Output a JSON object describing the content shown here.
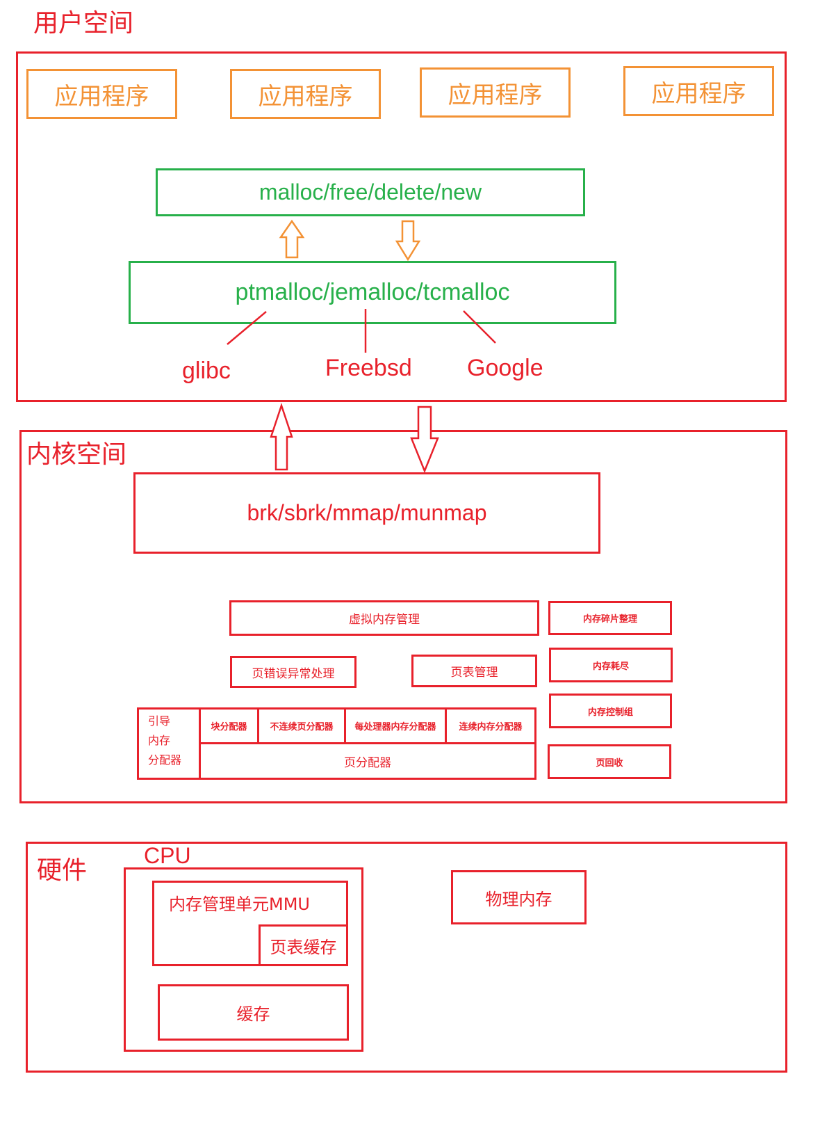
{
  "user_space": {
    "title": "用户空间",
    "apps": [
      "应用程序",
      "应用程序",
      "应用程序",
      "应用程序"
    ],
    "api": "malloc/free/delete/new",
    "allocators": "ptmalloc/jemalloc/tcmalloc",
    "sources": [
      "glibc",
      "Freebsd",
      "Google"
    ]
  },
  "kernel_space": {
    "title": "内核空间",
    "syscalls": "brk/sbrk/mmap/munmap",
    "vmm": "虚拟内存管理",
    "page_fault": "页错误异常处理",
    "page_table_mgmt": "页表管理",
    "boot_alloc": [
      "引导",
      "内存",
      "分配器"
    ],
    "allocators": [
      "块分配器",
      "不连续页分配器",
      "每处理器内存分配器",
      "连续内存分配器"
    ],
    "page_alloc": "页分配器",
    "side": [
      "内存碎片整理",
      "内存耗尽",
      "内存控制组",
      "页回收"
    ]
  },
  "hardware": {
    "title": "硬件",
    "cpu": "CPU",
    "mmu": "内存管理单元MMU",
    "tlb": "页表缓存",
    "cache": "缓存",
    "physical_memory": "物理内存"
  },
  "colors": {
    "red": "#e8212b",
    "orange": "#f39235",
    "green": "#27b04a"
  }
}
